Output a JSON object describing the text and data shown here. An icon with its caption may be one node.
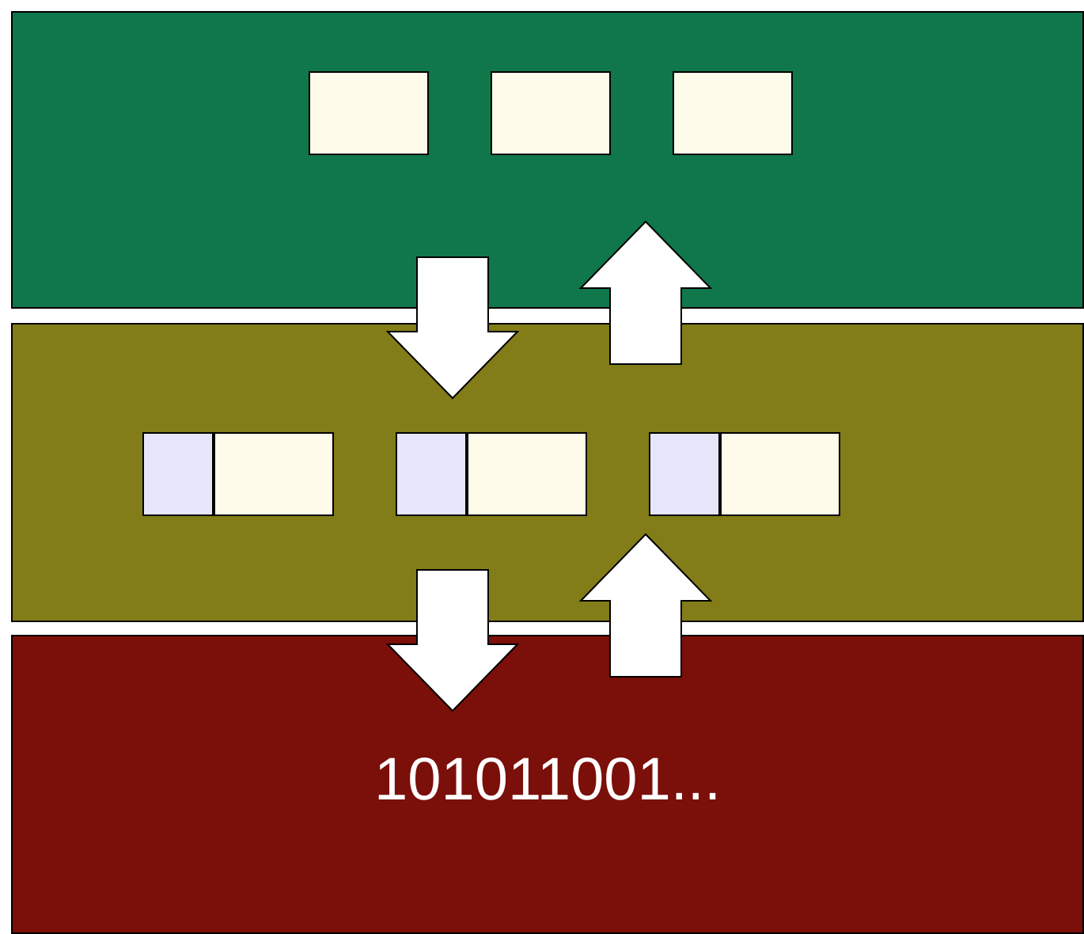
{
  "diagram": {
    "nodes": [
      {
        "text": [],
        "shape": "box"
      },
      {
        "text": [],
        "shape": "box",
        "in": 0
      },
      {
        "text": [],
        "shape": "box",
        "in": 0
      },
      {
        "text": [],
        "shape": "box",
        "in": 0
      },
      {
        "text": [],
        "shape": "box"
      },
      {
        "text": [],
        "shape": "box",
        "in": 4
      },
      {
        "text": [],
        "shape": "box",
        "in": 4
      },
      {
        "text": [],
        "shape": "box",
        "in": 4
      },
      {
        "text": [],
        "shape": "box",
        "in": 4
      },
      {
        "text": [],
        "shape": "box",
        "in": 4
      },
      {
        "text": [],
        "shape": "box",
        "in": 4
      },
      {
        "text": [
          "101011001..."
        ]
      }
    ],
    "edges": [
      {
        "from": 0,
        "to": 4,
        "arrow": "to"
      },
      {
        "from": 4,
        "to": 0,
        "arrow": "to"
      },
      {
        "from": 4,
        "to": 11,
        "arrow": "to"
      },
      {
        "from": 11,
        "to": 4,
        "arrow": "to"
      }
    ]
  }
}
